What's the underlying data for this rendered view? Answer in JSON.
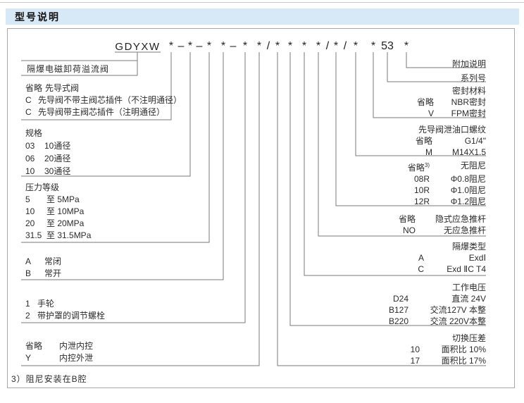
{
  "header": {
    "title": "型号说明"
  },
  "model_code": {
    "prefix": "GDYXW",
    "tokens": [
      "*",
      "–",
      "*",
      "–",
      "*",
      "*",
      "–",
      "*",
      "*",
      "/",
      "*",
      "*",
      "*",
      "*",
      "/",
      "*",
      "/",
      "*",
      "*",
      "53",
      "*"
    ]
  },
  "valve_name": "隔爆电磁卸荷溢流阀",
  "left_groups": [
    {
      "name": "pilot-type",
      "rows": [
        {
          "code": "省略",
          "desc": "先导式阀"
        },
        {
          "code": "C",
          "desc": "先导阀不带主阀芯插件（不注明通径）"
        },
        {
          "code": "C",
          "desc": "先导阀带主阀芯插件（注明通径）"
        }
      ]
    },
    {
      "name": "size",
      "header": "规格",
      "rows": [
        {
          "code": "03",
          "desc": "10通径"
        },
        {
          "code": "06",
          "desc": "20通径"
        },
        {
          "code": "10",
          "desc": "30通径"
        }
      ]
    },
    {
      "name": "pressure-grade",
      "header": "压力等级",
      "rows": [
        {
          "code": "5",
          "desc": "至  5MPa"
        },
        {
          "code": "10",
          "desc": "至 10MPa"
        },
        {
          "code": "20",
          "desc": "至 20MPa"
        },
        {
          "code": "31.5",
          "desc": "至 31.5MPa"
        }
      ]
    },
    {
      "name": "normal-state",
      "rows": [
        {
          "code": "A",
          "desc": "常闭"
        },
        {
          "code": "B",
          "desc": "常开"
        }
      ]
    },
    {
      "name": "adjustment",
      "rows": [
        {
          "code": "1",
          "desc": "手轮"
        },
        {
          "code": "2",
          "desc": "带护罩的调节螺栓"
        }
      ]
    },
    {
      "name": "drain-control",
      "rows": [
        {
          "code": "省略",
          "desc": "内泄内控"
        },
        {
          "code": "Y",
          "desc": "内控外泄"
        }
      ]
    }
  ],
  "right_groups": [
    {
      "name": "additional-note",
      "header": "附加说明",
      "rows": []
    },
    {
      "name": "series-number",
      "header": "系列号",
      "rows": []
    },
    {
      "name": "seal-material",
      "header": "密封材料",
      "rows": [
        {
          "code": "省略",
          "desc": "NBR密封"
        },
        {
          "code": "V",
          "desc": "FPM密封"
        }
      ]
    },
    {
      "name": "pilot-drain-thread",
      "header": "先导阀泄油口螺纹",
      "rows": [
        {
          "code": "省略",
          "desc": "G1/4\""
        },
        {
          "code": "M",
          "desc": "M14X1.5"
        }
      ]
    },
    {
      "name": "damping",
      "rows": [
        {
          "code": "省略",
          "sup": "3)",
          "desc": "无阻尼"
        },
        {
          "code": "08R",
          "desc": "Φ0.8阻尼"
        },
        {
          "code": "10R",
          "desc": "Φ1.0阻尼"
        },
        {
          "code": "12R",
          "desc": "Φ1.2阻尼"
        }
      ]
    },
    {
      "name": "emergency-rod",
      "rows": [
        {
          "code": "省略",
          "desc": "隐式应急推杆"
        },
        {
          "code": "NO",
          "desc": "无应急推杆"
        }
      ]
    },
    {
      "name": "explosion-proof-type",
      "header": "隔爆类型",
      "rows": [
        {
          "code": "A",
          "desc": "ExdⅠ"
        },
        {
          "code": "C",
          "desc": "Exd ⅡC T4"
        }
      ]
    },
    {
      "name": "working-voltage",
      "header": "工作电压",
      "rows": [
        {
          "code": "D24",
          "desc": "直流 24V"
        },
        {
          "code": "B127",
          "desc": "交流127V 本整"
        },
        {
          "code": "B220",
          "desc": "交流 220V本整"
        }
      ]
    },
    {
      "name": "switching-pressure-diff",
      "header": "切换压差",
      "rows": [
        {
          "code": "10",
          "desc": "面积比  10%"
        },
        {
          "code": "17",
          "desc": "面积比  17%"
        }
      ]
    }
  ],
  "footnote": "3）阻尼安装在B腔",
  "colors": {
    "header_bg": "#d7e8f6",
    "box_border": "#a8a8a8",
    "leader_line": "#7a7a7a",
    "text": "#2b2b2b"
  }
}
